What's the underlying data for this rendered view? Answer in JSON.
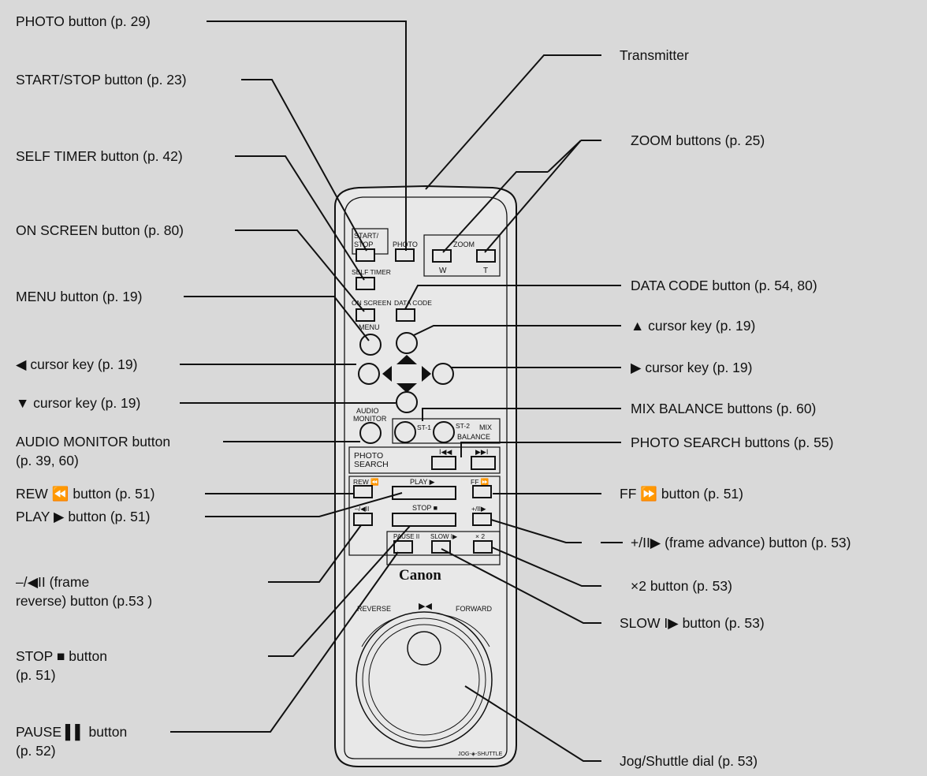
{
  "callouts_left": [
    {
      "id": "photo",
      "text": "PHOTO  button (p. 29)"
    },
    {
      "id": "startstop",
      "text": "START/STOP button (p. 23)"
    },
    {
      "id": "selftimer",
      "text": "SELF TIMER button (p. 42)"
    },
    {
      "id": "onscreen",
      "text": "ON SCREEN button (p. 80)"
    },
    {
      "id": "menu",
      "text": "MENU button (p. 19)"
    },
    {
      "id": "left",
      "text": "◀ cursor key (p. 19)"
    },
    {
      "id": "down",
      "text": "▼ cursor key (p. 19)"
    },
    {
      "id": "audio1",
      "text": "AUDIO MONITOR button"
    },
    {
      "id": "audio2",
      "text": "(p. 39, 60)"
    },
    {
      "id": "rew",
      "text": "REW ⏪ button (p. 51)"
    },
    {
      "id": "play",
      "text": "PLAY ▶ button (p. 51)"
    },
    {
      "id": "rev1",
      "text": "–/◀II (frame"
    },
    {
      "id": "rev2",
      "text": "reverse) button (p.53 )"
    },
    {
      "id": "stop1",
      "text": "STOP ■  button"
    },
    {
      "id": "stop2",
      "text": "(p. 51)"
    },
    {
      "id": "pause1",
      "text": "PAUSE ▌▌ button"
    },
    {
      "id": "pause2",
      "text": "(p. 52)"
    }
  ],
  "callouts_right": [
    {
      "id": "transmitter",
      "text": "Transmitter"
    },
    {
      "id": "zoom",
      "text": "ZOOM buttons (p. 25)"
    },
    {
      "id": "datacode",
      "text": "DATA CODE button (p. 54, 80)"
    },
    {
      "id": "up",
      "text": "▲ cursor key (p. 19)"
    },
    {
      "id": "right",
      "text": "▶ cursor key (p. 19)"
    },
    {
      "id": "mix",
      "text": "MIX BALANCE buttons (p. 60)"
    },
    {
      "id": "photosearch",
      "text": "PHOTO SEARCH buttons (p. 55)"
    },
    {
      "id": "ff",
      "text": "FF ⏩ button (p. 51)"
    },
    {
      "id": "adv",
      "text": "+/II▶ (frame advance) button (p. 53)"
    },
    {
      "id": "x2",
      "text": "×2 button (p. 53)"
    },
    {
      "id": "slow",
      "text": "SLOW I▶ button (p. 53)"
    },
    {
      "id": "jog",
      "text": "Jog/Shuttle dial (p. 53)"
    }
  ],
  "remote_labels": {
    "start_stop": "START/\nSTOP",
    "photo": "PHOTO",
    "zoom": "ZOOM",
    "w": "W",
    "t": "T",
    "self_timer": "SELF TIMER",
    "on_screen": "ON SCREEN",
    "data_code": "DATA CODE",
    "menu": "MENU",
    "audio_monitor": "AUDIO\nMONITOR",
    "st1": "ST-1",
    "st2": "ST-2",
    "mix": "MIX",
    "balance": "BALANCE",
    "photo_search": "PHOTO\nSEARCH",
    "rew": "REW",
    "play": "PLAY ▶",
    "ff": "FF",
    "stop": "STOP ■",
    "minus": "–/◀II",
    "plus": "+/II▶",
    "pause": "PAUSE II",
    "slow": "SLOW I▶",
    "x2": "× 2",
    "brand": "Canon",
    "reverse": "REVERSE",
    "forward": "FORWARD",
    "jog_shuttle": "JOG-◈-SHUTTLE"
  }
}
